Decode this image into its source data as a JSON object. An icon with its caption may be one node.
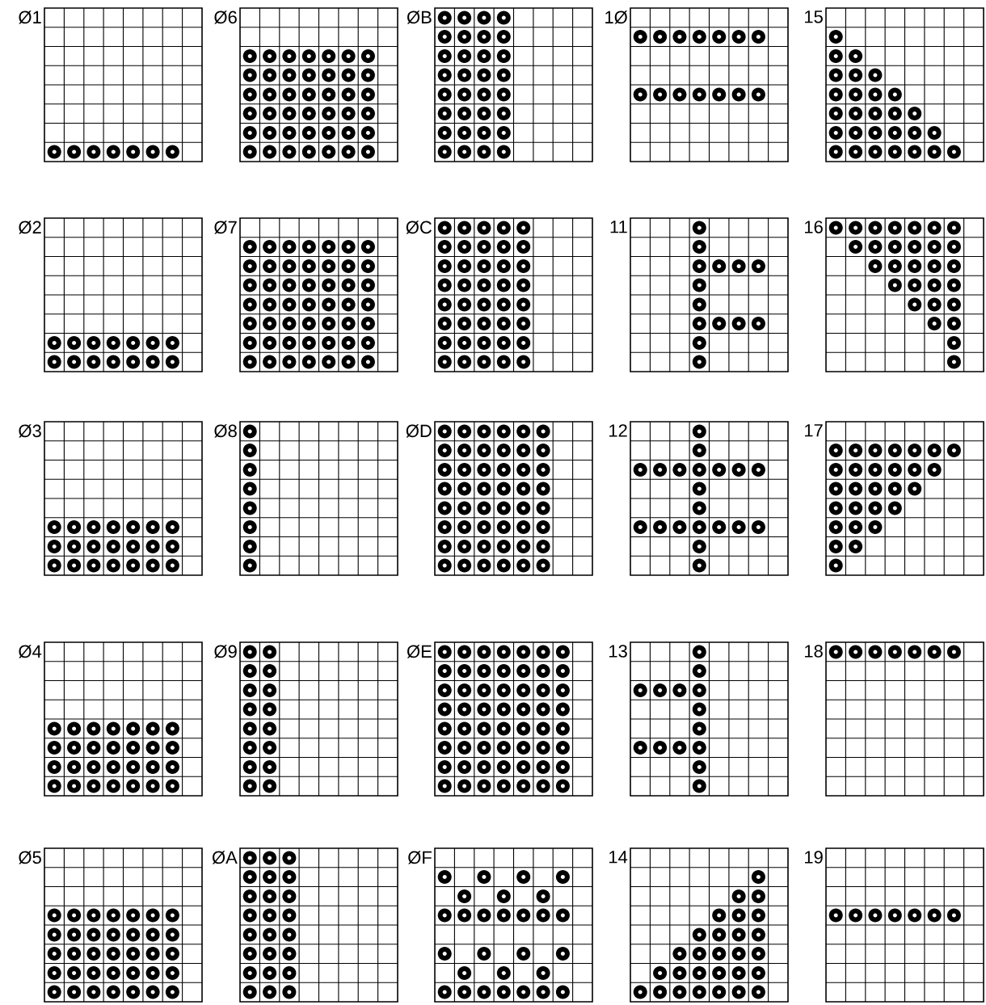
{
  "diagram": {
    "nodes": [
      {
        "text": [
          "Ø1"
        ]
      },
      {
        "text": [
          "Ø6"
        ]
      },
      {
        "text": [
          "ØB"
        ]
      },
      {
        "text": [
          "1Ø"
        ]
      },
      {
        "text": [
          "15"
        ]
      },
      {
        "text": [
          "Ø2"
        ]
      },
      {
        "text": [
          "Ø7"
        ]
      },
      {
        "text": [
          "ØC"
        ]
      },
      {
        "text": [
          "11"
        ]
      },
      {
        "text": [
          "16"
        ]
      },
      {
        "text": [
          "Ø3"
        ]
      },
      {
        "text": [
          "Ø8"
        ]
      },
      {
        "text": [
          "ØD"
        ]
      },
      {
        "text": [
          "12"
        ]
      },
      {
        "text": [
          "17"
        ]
      },
      {
        "text": [
          "Ø4"
        ]
      },
      {
        "text": [
          "Ø9"
        ]
      },
      {
        "text": [
          "ØE"
        ]
      },
      {
        "text": [
          "13"
        ]
      },
      {
        "text": [
          "18"
        ]
      },
      {
        "text": [
          "Ø5"
        ]
      },
      {
        "text": [
          "ØA"
        ]
      },
      {
        "text": [
          "ØF"
        ]
      },
      {
        "text": [
          "14"
        ]
      },
      {
        "text": [
          "19"
        ]
      }
    ]
  }
}
